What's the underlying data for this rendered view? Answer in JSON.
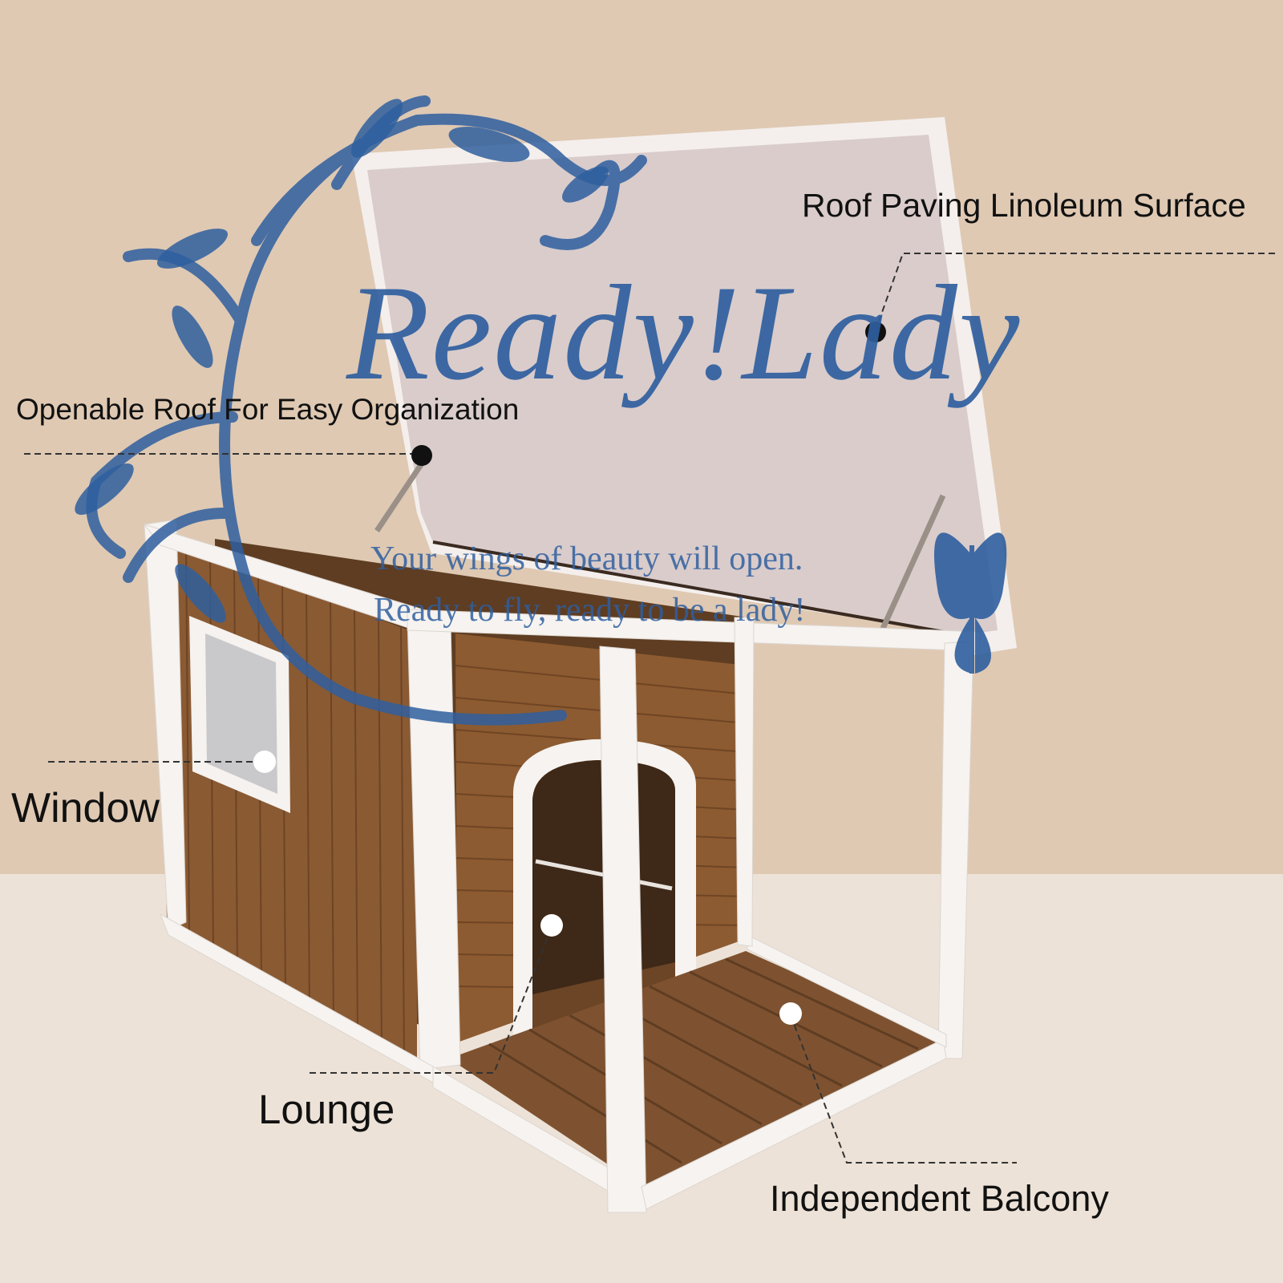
{
  "callouts": {
    "roof_surface": "Roof Paving Linoleum Surface",
    "openable_roof": "Openable Roof For Easy Organization",
    "window": "Window",
    "lounge": "Lounge",
    "balcony": "Independent Balcony"
  },
  "watermark": {
    "brand": "Ready!Lady",
    "tagline_line1": "Your wings of beauty will open.",
    "tagline_line2": "Ready to fly, ready to be a lady!"
  },
  "colors": {
    "wall_background": "#dfc9b3",
    "floor_background": "#ede2d7",
    "wood_brown": "#8a5a33",
    "white_trim": "#f6f3f0",
    "watermark_blue": "#2f5f9f"
  },
  "icons": {
    "watermark_ornament": "floral-swirl-icon",
    "watermark_butterfly": "butterfly-icon"
  }
}
